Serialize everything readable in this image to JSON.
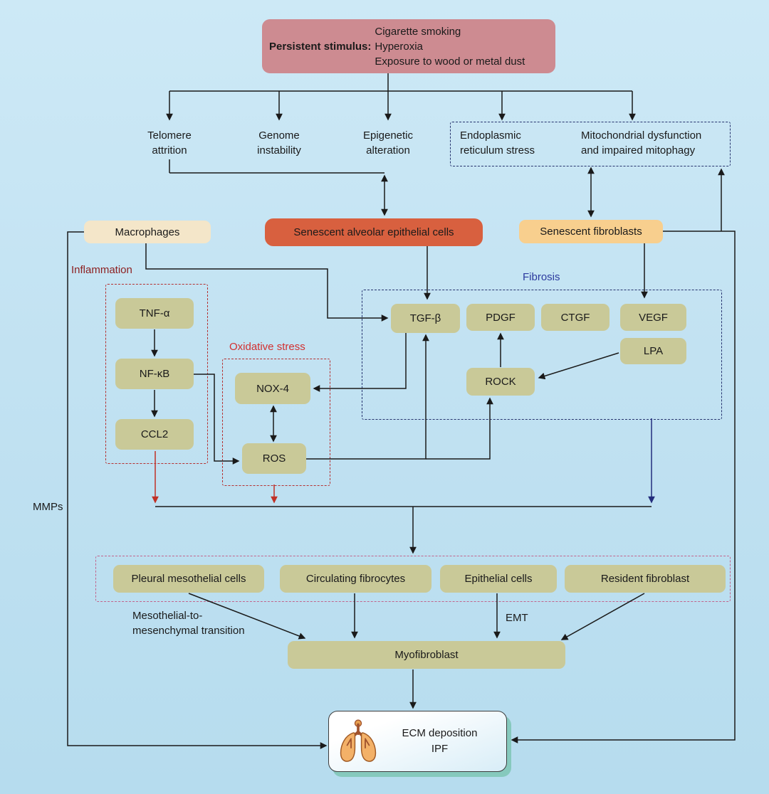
{
  "colors": {
    "background": "#c2e2f2",
    "stimulus_box": "#cd8b91",
    "senescent_aec_box": "#d8603f",
    "senescent_fibroblast_box": "#f8cf8e",
    "macrophage_box": "#f4e6c9",
    "node_box": "#c9c998",
    "inflammation_accent": "#8c1f1f",
    "oxidative_accent": "#d23030",
    "fibrosis_accent": "#2b3a9e",
    "pink_dashed": "#c2648c",
    "arrow_black": "#1a1a1a",
    "arrow_red": "#c03026",
    "arrow_navy": "#232d7c"
  },
  "stimulus": {
    "label": "Persistent stimulus:",
    "items": [
      "Cigarette smoking",
      "Hyperoxia",
      "Exposure to wood or metal dust"
    ]
  },
  "hallmarks": {
    "telomere": "Telomere attrition",
    "genome": "Genome instability",
    "epigenetic": "Epigenetic alteration",
    "er_stress": "Endoplasmic reticulum stress",
    "mitochondrial": "Mitochondrial dysfunction and impaired mitophagy"
  },
  "cells": {
    "macrophages": "Macrophages",
    "senescent_aec": "Senescent alveolar epithelial cells",
    "senescent_fibroblasts": "Senescent fibroblasts"
  },
  "sections": {
    "inflammation": "Inflammation",
    "oxidative_stress": "Oxidative stress",
    "fibrosis": "Fibrosis"
  },
  "inflammation_nodes": {
    "tnf": "TNF-α",
    "nfkb": "NF-κB",
    "ccl2": "CCL2"
  },
  "oxidative_nodes": {
    "nox4": "NOX-4",
    "ros": "ROS"
  },
  "fibrosis_nodes": {
    "tgfb": "TGF-β",
    "pdgf": "PDGF",
    "ctgf": "CTGF",
    "vegf": "VEGF",
    "lpa": "LPA",
    "rock": "ROCK"
  },
  "mmps": "MMPs",
  "precursors": {
    "pleural": "Pleural mesothelial cells",
    "fibrocytes": "Circulating fibrocytes",
    "epithelial": "Epithelial cells",
    "resident": "Resident fibroblast"
  },
  "transitions": {
    "mmt": "Mesothelial-to-mesenchymal transition",
    "emt": "EMT"
  },
  "myofibroblast": "Myofibroblast",
  "outcome": {
    "line1": "ECM deposition",
    "line2": "IPF",
    "icon": "lungs-icon"
  }
}
